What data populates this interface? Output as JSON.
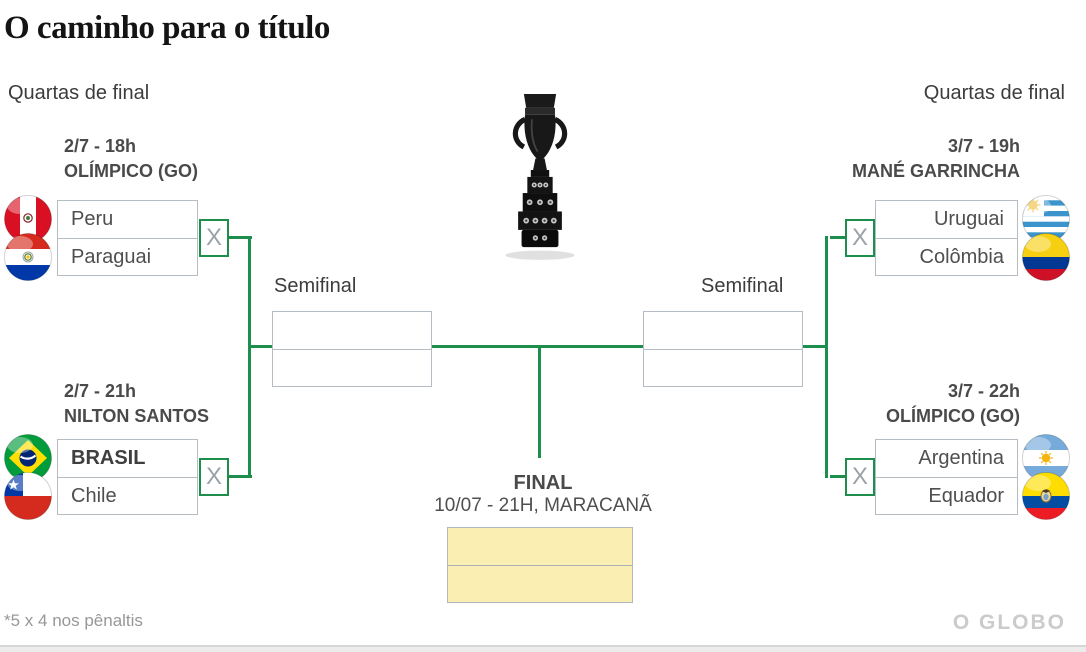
{
  "header": {
    "title": "O caminho para o título"
  },
  "stages": {
    "quarters_left": "Quartas de final",
    "quarters_right": "Quartas de final",
    "semifinal_left": "Semifinal",
    "semifinal_right": "Semifinal"
  },
  "matches": {
    "left_top": {
      "datetime": "2/7 - 18h",
      "venue": "OLÍMPICO (GO)",
      "teams": [
        {
          "name": "Peru",
          "flag": "peru-flag-ball"
        },
        {
          "name": "Paraguai",
          "flag": "paraguay-flag-ball"
        }
      ]
    },
    "left_bottom": {
      "datetime": "2/7 - 21h",
      "venue": "NILTON SANTOS",
      "teams": [
        {
          "name": "BRASIL",
          "flag": "brazil-flag-ball"
        },
        {
          "name": "Chile",
          "flag": "chile-flag-ball"
        }
      ]
    },
    "right_top": {
      "datetime": "3/7 - 19h",
      "venue": "MANÉ GARRINCHA",
      "teams": [
        {
          "name": "Uruguai",
          "flag": "uruguay-flag-ball"
        },
        {
          "name": "Colômbia",
          "flag": "colombia-flag-ball"
        }
      ]
    },
    "right_bottom": {
      "datetime": "3/7 - 22h",
      "venue": "OLÍMPICO (GO)",
      "teams": [
        {
          "name": "Argentina",
          "flag": "argentina-flag-ball"
        },
        {
          "name": "Equador",
          "flag": "ecuador-flag-ball"
        }
      ]
    }
  },
  "bracket": {
    "pending_marker": "X"
  },
  "final": {
    "title": "FINAL",
    "details": "10/07 - 21H, MARACANÃ"
  },
  "footer": {
    "note": "*5 x 4 nos pênaltis",
    "brand": "O GLOBO"
  },
  "icons": {
    "center": "copa-america-trophy"
  },
  "colors": {
    "bracket_green": "#1e8e4d",
    "box_border": "#b5bcc4",
    "final_box_fill": "#fbeeb3",
    "heading_text": "#4a4a4a",
    "team_text": "#4f4f4f",
    "x_marker": "#9aa2a8",
    "brand_gray": "#cbcbcb"
  }
}
